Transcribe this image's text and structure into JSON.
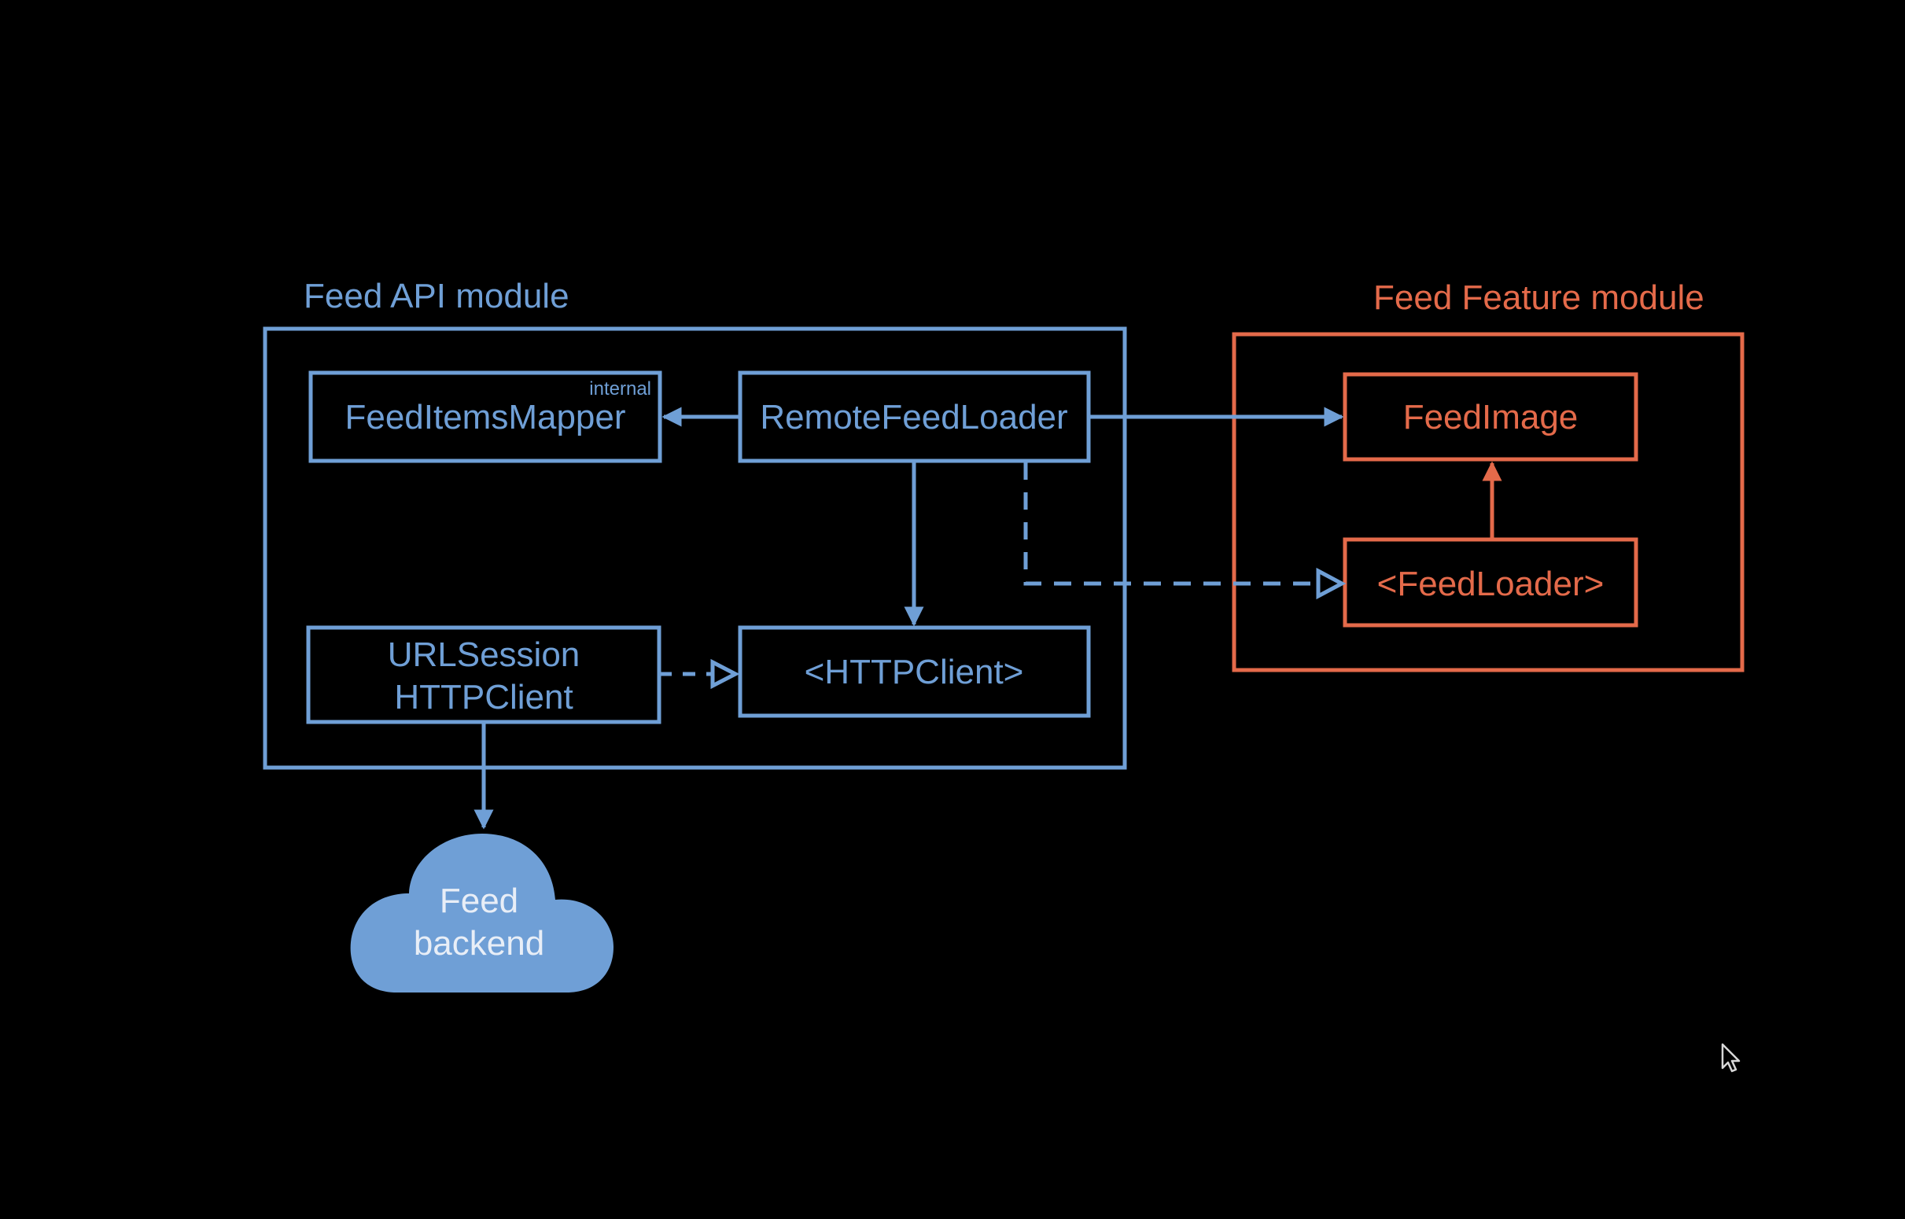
{
  "colors": {
    "background": "#000000",
    "api_blue": "#6f9fd6",
    "feature_orange": "#e46a4a",
    "cloud_fill": "#6f9fd6",
    "cloud_text": "#e8eef7"
  },
  "api_module": {
    "title": "Feed API module",
    "feed_items_mapper": {
      "label": "FeedItemsMapper",
      "tag": "internal"
    },
    "remote_feed_loader": {
      "label": "RemoteFeedLoader"
    },
    "url_session_http_client": {
      "line1": "URLSession",
      "line2": "HTTPClient"
    },
    "http_client_protocol": {
      "label": "<HTTPClient>"
    }
  },
  "feature_module": {
    "title": "Feed Feature module",
    "feed_image": {
      "label": "FeedImage"
    },
    "feed_loader_protocol": {
      "label": "<FeedLoader>"
    }
  },
  "backend": {
    "line1": "Feed",
    "line2": "backend"
  },
  "icons": {
    "cursor": "mouse-pointer-icon"
  }
}
